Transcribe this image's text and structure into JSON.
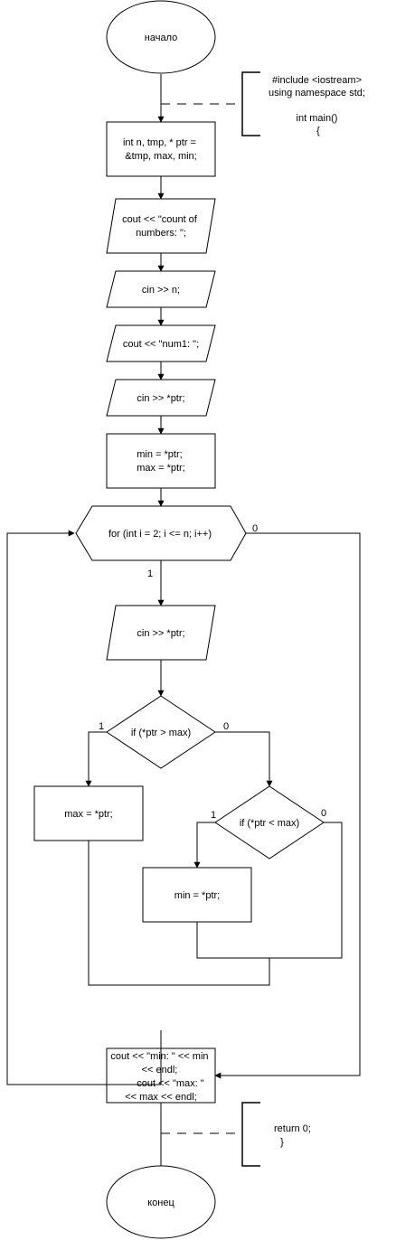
{
  "flowchart": {
    "start_label": "начало",
    "end_label": "конец",
    "comment_top": [
      "#include <iostream>",
      "using namespace std;",
      "",
      "int main()",
      "{"
    ],
    "comment_bottom": [
      "return 0;",
      "}"
    ],
    "declare": [
      "int n, tmp, * ptr =",
      "&tmp, max, min;"
    ],
    "out_count": [
      "cout << \"count of",
      "numbers: \";"
    ],
    "in_n": "cin >> n;",
    "out_num1": "cout << \"num1: \";",
    "in_ptr_1": "cin >> *ptr;",
    "assign_minmax": [
      "min = *ptr;",
      "max = *ptr;"
    ],
    "loop": "for (int i = 2; i <= n; i++)",
    "loop_yes": "1",
    "loop_no": "0",
    "in_ptr_2": "cin >> *ptr;",
    "cond_max": "if (*ptr > max)",
    "cond_max_yes": "1",
    "cond_max_no": "0",
    "assign_max": "max = *ptr;",
    "cond_min": "if (*ptr < max)",
    "cond_min_yes": "1",
    "cond_min_no": "0",
    "assign_min": "min = *ptr;",
    "output": [
      "cout << \"min: \" << min",
      "<< endl;",
      "cout << \"max: \"",
      "<< max << endl;"
    ]
  }
}
